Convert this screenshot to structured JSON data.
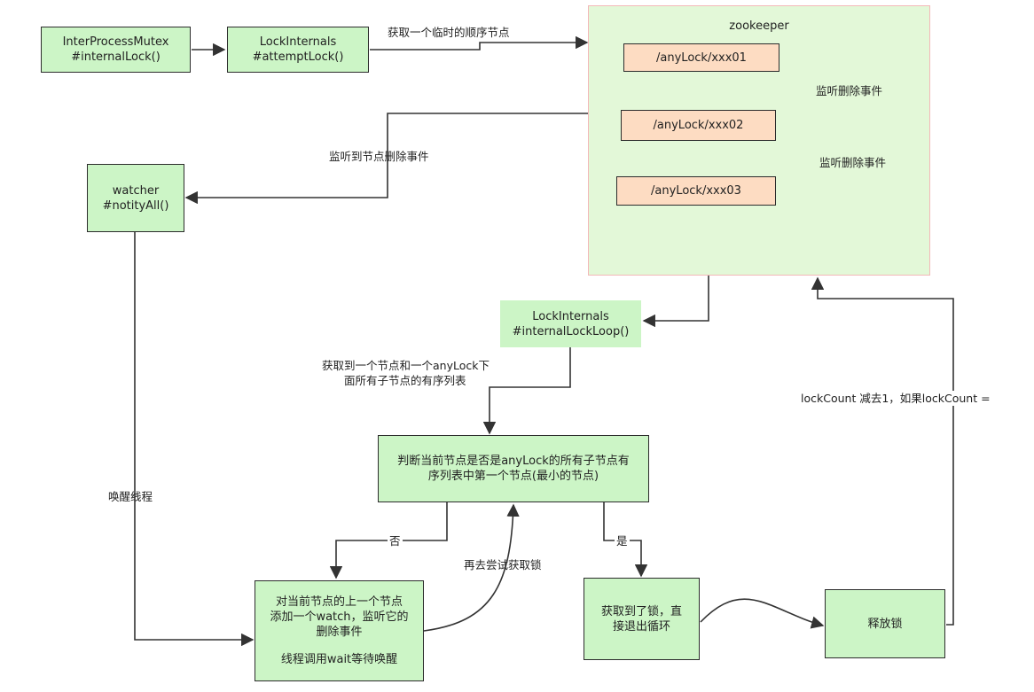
{
  "boxes": {
    "mutex": [
      "InterProcessMutex",
      "#internalLock()"
    ],
    "attempt": [
      "LockInternals",
      "#attemptLock()"
    ],
    "watcher": [
      "watcher",
      "#notityAll()"
    ],
    "loop": [
      "LockInternals",
      "#internalLockLoop()"
    ],
    "judge": [
      "判断当前节点是否是anyLock的所有子节点有",
      "序列表中第一个节点(最小的节点)"
    ],
    "watch": [
      "对当前节点的上一个节点",
      "添加一个watch，监听它的",
      "删除事件",
      "线程调用wait等待唤醒"
    ],
    "acquired": [
      "获取到了锁，直",
      "接退出循环"
    ],
    "release": "释放锁"
  },
  "zookeeper": {
    "title": "zookeeper",
    "nodes": [
      "/anyLock/xxx01",
      "/anyLock/xxx02",
      "/anyLock/xxx03"
    ]
  },
  "labels": {
    "get_seq_node": "获取一个临时的顺序节点",
    "listen_delete_1": "监听删除事件",
    "listen_delete_2": "监听删除事件",
    "heard_node_delete": "监听到节点删除事件",
    "get_children": [
      "获取到一个节点和一个anyLock下",
      "面所有子节点的有序列表"
    ],
    "wake_thread": "唤醒线程",
    "no": "否",
    "yes": "是",
    "retry": "再去尝试获取锁",
    "lock_count": "lockCount 减去1，如果lockCount ="
  },
  "colors": {
    "box_fill": "#ccf5c6",
    "zk_fill": "#e3f8d8",
    "zk_border": "#f3b8b8",
    "node_fill": "#fddcc2",
    "line": "#333333"
  }
}
